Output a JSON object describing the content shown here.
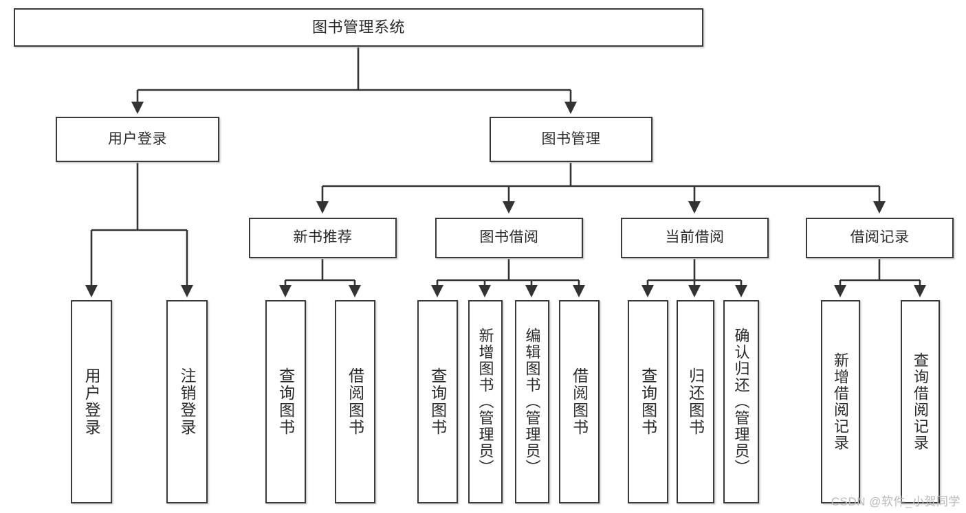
{
  "diagram": {
    "title": "图书管理系统",
    "type": "hierarchy-tree",
    "colors": {
      "box_border": "#3a3a3a",
      "box_fill": "#ffffff",
      "connector": "#333333",
      "text": "#2b2b2b",
      "watermark": "#b9b9b9",
      "background": "#ffffff"
    },
    "nodes": {
      "root": {
        "label": "图书管理系统",
        "level": 0
      },
      "level1": [
        {
          "id": "user-login",
          "label": "用户登录"
        },
        {
          "id": "book-manage",
          "label": "图书管理"
        }
      ],
      "level2": [
        {
          "id": "new-book-rec",
          "label": "新书推荐",
          "parent": "book-manage"
        },
        {
          "id": "book-borrow",
          "label": "图书借阅",
          "parent": "book-manage"
        },
        {
          "id": "current-borrow",
          "label": "当前借阅",
          "parent": "book-manage"
        },
        {
          "id": "borrow-record",
          "label": "借阅记录",
          "parent": "book-manage"
        }
      ],
      "leaves": [
        {
          "id": "leaf-user-login",
          "label": "用户登录",
          "parent": "user-login"
        },
        {
          "id": "leaf-logout",
          "label": "注销登录",
          "parent": "user-login"
        },
        {
          "id": "leaf-query-book-1",
          "label": "查询图书",
          "parent": "new-book-rec"
        },
        {
          "id": "leaf-borrow-book-1",
          "label": "借阅图书",
          "parent": "new-book-rec"
        },
        {
          "id": "leaf-query-book-2",
          "label": "查询图书",
          "parent": "book-borrow"
        },
        {
          "id": "leaf-add-book",
          "label": "新增图书（管理员）",
          "parent": "book-borrow"
        },
        {
          "id": "leaf-edit-book",
          "label": "编辑图书（管理员）",
          "parent": "book-borrow"
        },
        {
          "id": "leaf-borrow-book-2",
          "label": "借阅图书",
          "parent": "book-borrow"
        },
        {
          "id": "leaf-query-book-3",
          "label": "查询图书",
          "parent": "current-borrow"
        },
        {
          "id": "leaf-return-book",
          "label": "归还图书",
          "parent": "current-borrow"
        },
        {
          "id": "leaf-confirm-return",
          "label": "确认归还（管理员）",
          "parent": "current-borrow"
        },
        {
          "id": "leaf-add-record",
          "label": "新增借阅记录",
          "parent": "borrow-record"
        },
        {
          "id": "leaf-query-record",
          "label": "查询借阅记录",
          "parent": "borrow-record"
        }
      ]
    }
  },
  "watermark": {
    "text": "CSDN @软件_小贺同学"
  }
}
